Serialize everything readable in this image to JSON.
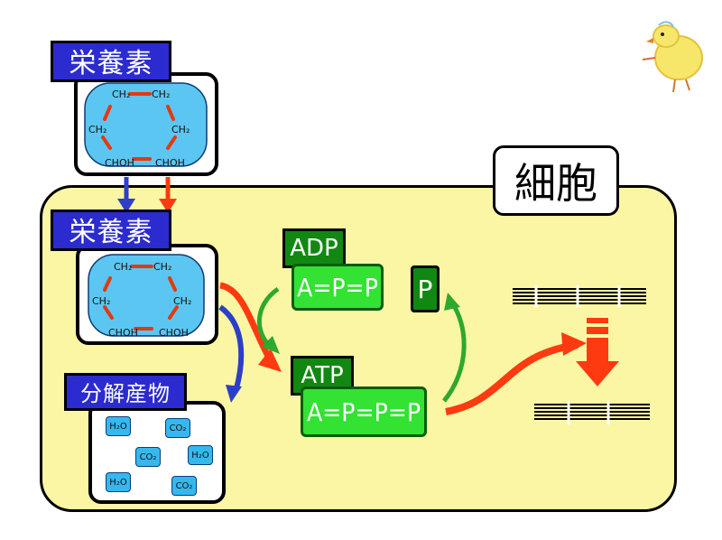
{
  "labels": {
    "nutrient_top": "栄養素",
    "nutrient_cell": "栄養素",
    "cell": "細胞",
    "decomposition": "分解産物",
    "adp": "ADP",
    "atp": "ATP",
    "adp_formula": "A=P=P",
    "atp_formula": "A=P=P=P",
    "phosphate": "P"
  },
  "molecule": {
    "top_left": "CH₂",
    "top_right": "CH₂",
    "mid_left": "CH₂",
    "mid_right": "CH₂",
    "bottom_left": "CHOH",
    "bottom_right": "CHOH"
  },
  "products": [
    "H₂O",
    "CO₂",
    "CO₂",
    "H₂O",
    "H₂O",
    "CO₂"
  ],
  "colors": {
    "cell_fill": "#fbf6a4",
    "title_blue": "#2b2bd0",
    "green_dark": "#118811",
    "green_light": "#33e233",
    "molecule_fill": "#5cc6f2",
    "arrow_red": "#ff3a10",
    "arrow_blue": "#2d3fc8"
  }
}
